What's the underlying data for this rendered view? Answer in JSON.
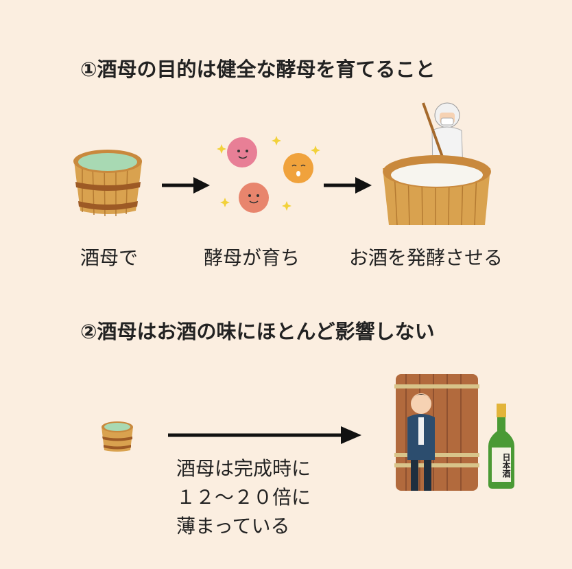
{
  "section1": {
    "heading": "①酒母の目的は健全な酵母を育てること",
    "captions": [
      "酒母で",
      "酵母が育ち",
      "お酒を発酵させる"
    ]
  },
  "section2": {
    "heading": "②酒母はお酒の味にほとんど影響しない",
    "note_lines": [
      "酒母は完成時に",
      "１２～２０倍に",
      "薄まっている"
    ],
    "bottle_label": "日本酒"
  }
}
